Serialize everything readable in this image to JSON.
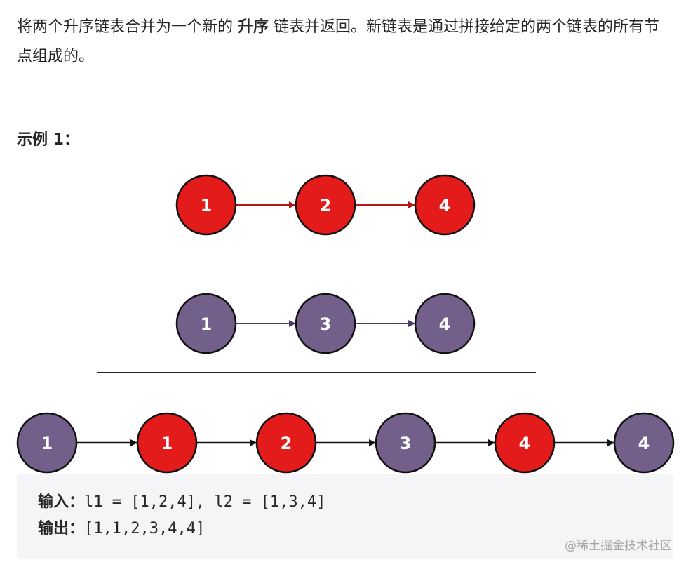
{
  "intro": {
    "text_before": "将两个升序链表合并为一个新的 ",
    "emphasis": "升序",
    "text_after": " 链表并返回。新链表是通过拼接给定的两个链表的所有节点组成的。"
  },
  "example": {
    "heading": "示例 1："
  },
  "diagram": {
    "colors": {
      "red": "#e31b1b",
      "purple": "#72608b",
      "red_arrow": "#b01a1a",
      "purple_arrow": "#4b3d66",
      "black_arrow": "#111111"
    },
    "list1": [
      {
        "value": "1",
        "color": "red"
      },
      {
        "value": "2",
        "color": "red"
      },
      {
        "value": "4",
        "color": "red"
      }
    ],
    "list2": [
      {
        "value": "1",
        "color": "purple"
      },
      {
        "value": "3",
        "color": "purple"
      },
      {
        "value": "4",
        "color": "purple"
      }
    ],
    "merged": [
      {
        "value": "1",
        "color": "purple"
      },
      {
        "value": "1",
        "color": "red"
      },
      {
        "value": "2",
        "color": "red"
      },
      {
        "value": "3",
        "color": "purple"
      },
      {
        "value": "4",
        "color": "red"
      },
      {
        "value": "4",
        "color": "purple"
      }
    ]
  },
  "code": {
    "input_label": "输入：",
    "input_value": "l1 = [1,2,4], l2 = [1,3,4]",
    "output_label": "输出：",
    "output_value": "[1,1,2,3,4,4]"
  },
  "watermark": "@稀土掘金技术社区"
}
